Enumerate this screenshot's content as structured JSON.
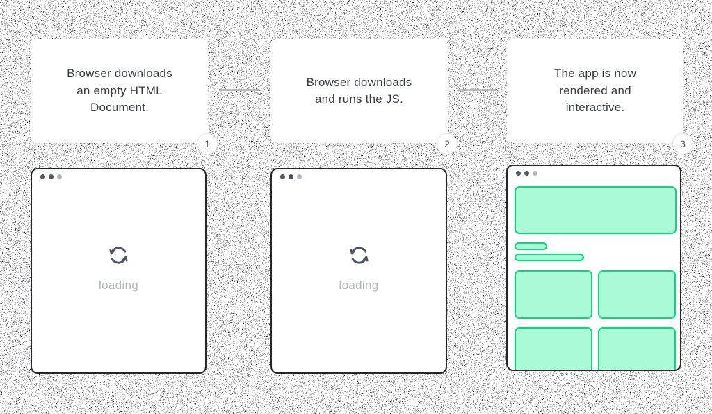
{
  "steps": [
    {
      "badge": "1",
      "description": "Browser downloads an empty HTML Document.",
      "window": {
        "type": "loading",
        "label": "loading"
      }
    },
    {
      "badge": "2",
      "description": "Browser downloads and runs the JS.",
      "window": {
        "type": "loading",
        "label": "loading"
      }
    },
    {
      "badge": "3",
      "description": "The app is now rendered and interactive.",
      "window": {
        "type": "app-preview"
      }
    }
  ],
  "icons": {
    "loading_icon": "sync-refresh-arrows",
    "window_controls": "three-dots"
  },
  "colors": {
    "text": "#363b43",
    "muted_text": "#b3b6bd",
    "green_border": "#0cd77d",
    "green_fill": "#abfad7",
    "window_border": "#23262c",
    "connector": "#b9b9b9",
    "badge_border": "#e7e7e7",
    "badge_text": "#4a4e57",
    "dot_dark": "#50555f",
    "dot_light": "#b3b6bd",
    "icon": "#4d5361"
  }
}
